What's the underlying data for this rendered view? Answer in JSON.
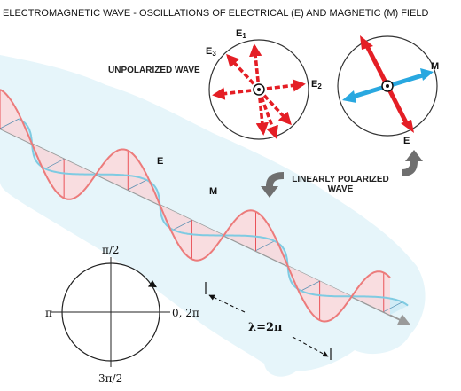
{
  "title": "ELECTROMAGNETIC WAVE - OSCILLATIONS OF ELECTRICAL (E) AND MAGNETIC (M) FIELD",
  "unpolarized": {
    "label": "UNPOLARIZED WAVE",
    "e1": "E",
    "e1_sub": "1",
    "e2": "E",
    "e2_sub": "2",
    "e3": "E",
    "e3_sub": "3"
  },
  "polarized": {
    "label_line1": "LINEARLY POLARIZED",
    "label_line2": "WAVE",
    "e_label": "E",
    "m_label": "M"
  },
  "wave": {
    "e_label": "E",
    "m_label": "M",
    "wavelength_label": "λ=2π"
  },
  "phase_circle": {
    "top": "π/2",
    "left": "π",
    "right": "0, 2π",
    "bottom": "3π/2"
  },
  "colors": {
    "e_field": "#ec7b7b",
    "e_fill": "#fbd8da",
    "m_field": "#7fcbe2",
    "m_fill": "#cdebf5",
    "accent_red": "#e41e25",
    "accent_blue": "#29a8e0",
    "cloud": "#e6f5fa",
    "axis": "#9a9a9a"
  }
}
